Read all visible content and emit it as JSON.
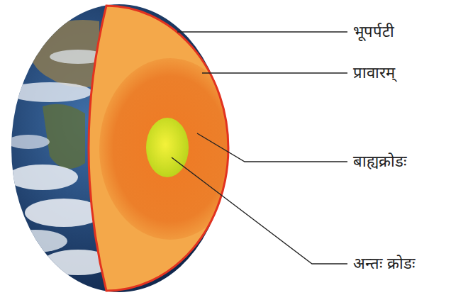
{
  "diagram": {
    "labels": [
      "भूपर्पटी",
      "प्रावारम्",
      "बाह्यक्रोडः",
      "अन्तः क्रोडः"
    ]
  }
}
